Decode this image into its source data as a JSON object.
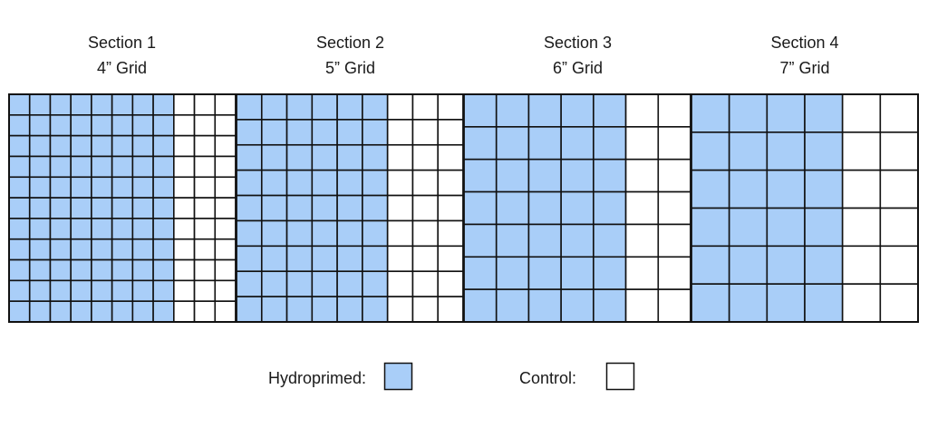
{
  "colors": {
    "hydroprimed": "#a9cef8",
    "control": "#ffffff",
    "grid_line": "#111111"
  },
  "sections": [
    {
      "title": "Section 1",
      "subtitle": "4” Grid",
      "cols": 8,
      "rows": 11,
      "hydroprimed_cols": 8,
      "control_cols": 3,
      "total_cols": 11
    },
    {
      "title": "Section 2",
      "subtitle": "5” Grid",
      "cols": 6,
      "rows": 9,
      "hydroprimed_cols": 6,
      "control_cols": 3,
      "total_cols": 9
    },
    {
      "title": "Section 3",
      "subtitle": "6” Grid",
      "cols": 5,
      "rows": 7,
      "hydroprimed_cols": 5,
      "control_cols": 2,
      "total_cols": 7
    },
    {
      "title": "Section 4",
      "subtitle": "7” Grid",
      "cols": 4,
      "rows": 6,
      "hydroprimed_cols": 4,
      "control_cols": 2,
      "total_cols": 6
    }
  ],
  "legend": {
    "hydroprimed_label": "Hydroprimed:",
    "control_label": "Control:"
  }
}
